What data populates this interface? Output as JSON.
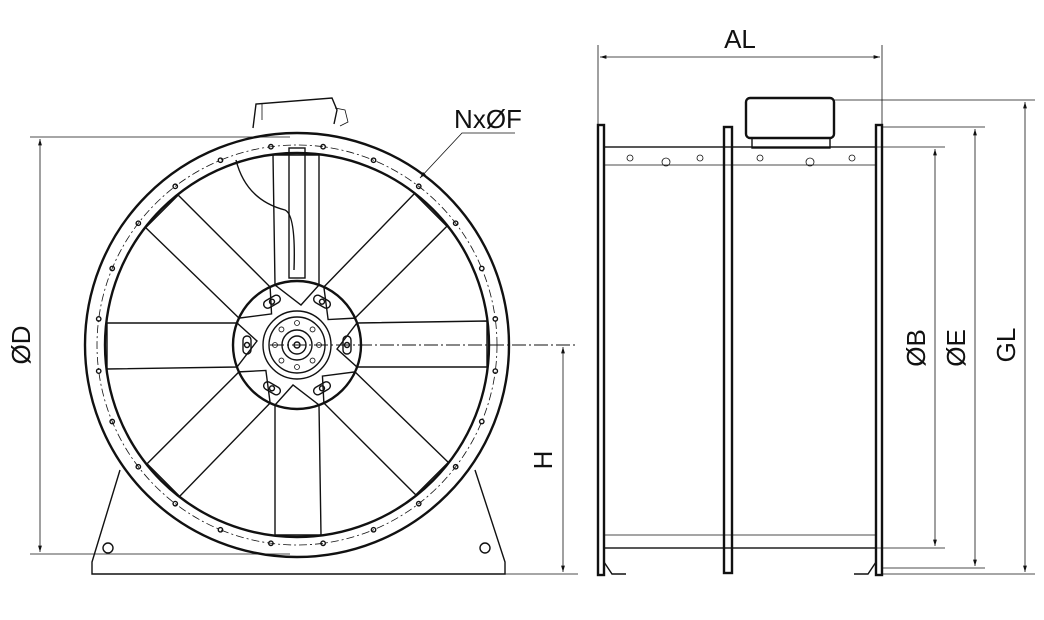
{
  "drawing": {
    "title": "Axial fan dimension drawing",
    "labels": {
      "al": "AL",
      "nxof": "NxØF",
      "od": "ØD",
      "h": "H",
      "ob": "ØB",
      "oe": "ØE",
      "gl": "GL"
    },
    "line_color": "#111111",
    "background": "#ffffff"
  }
}
